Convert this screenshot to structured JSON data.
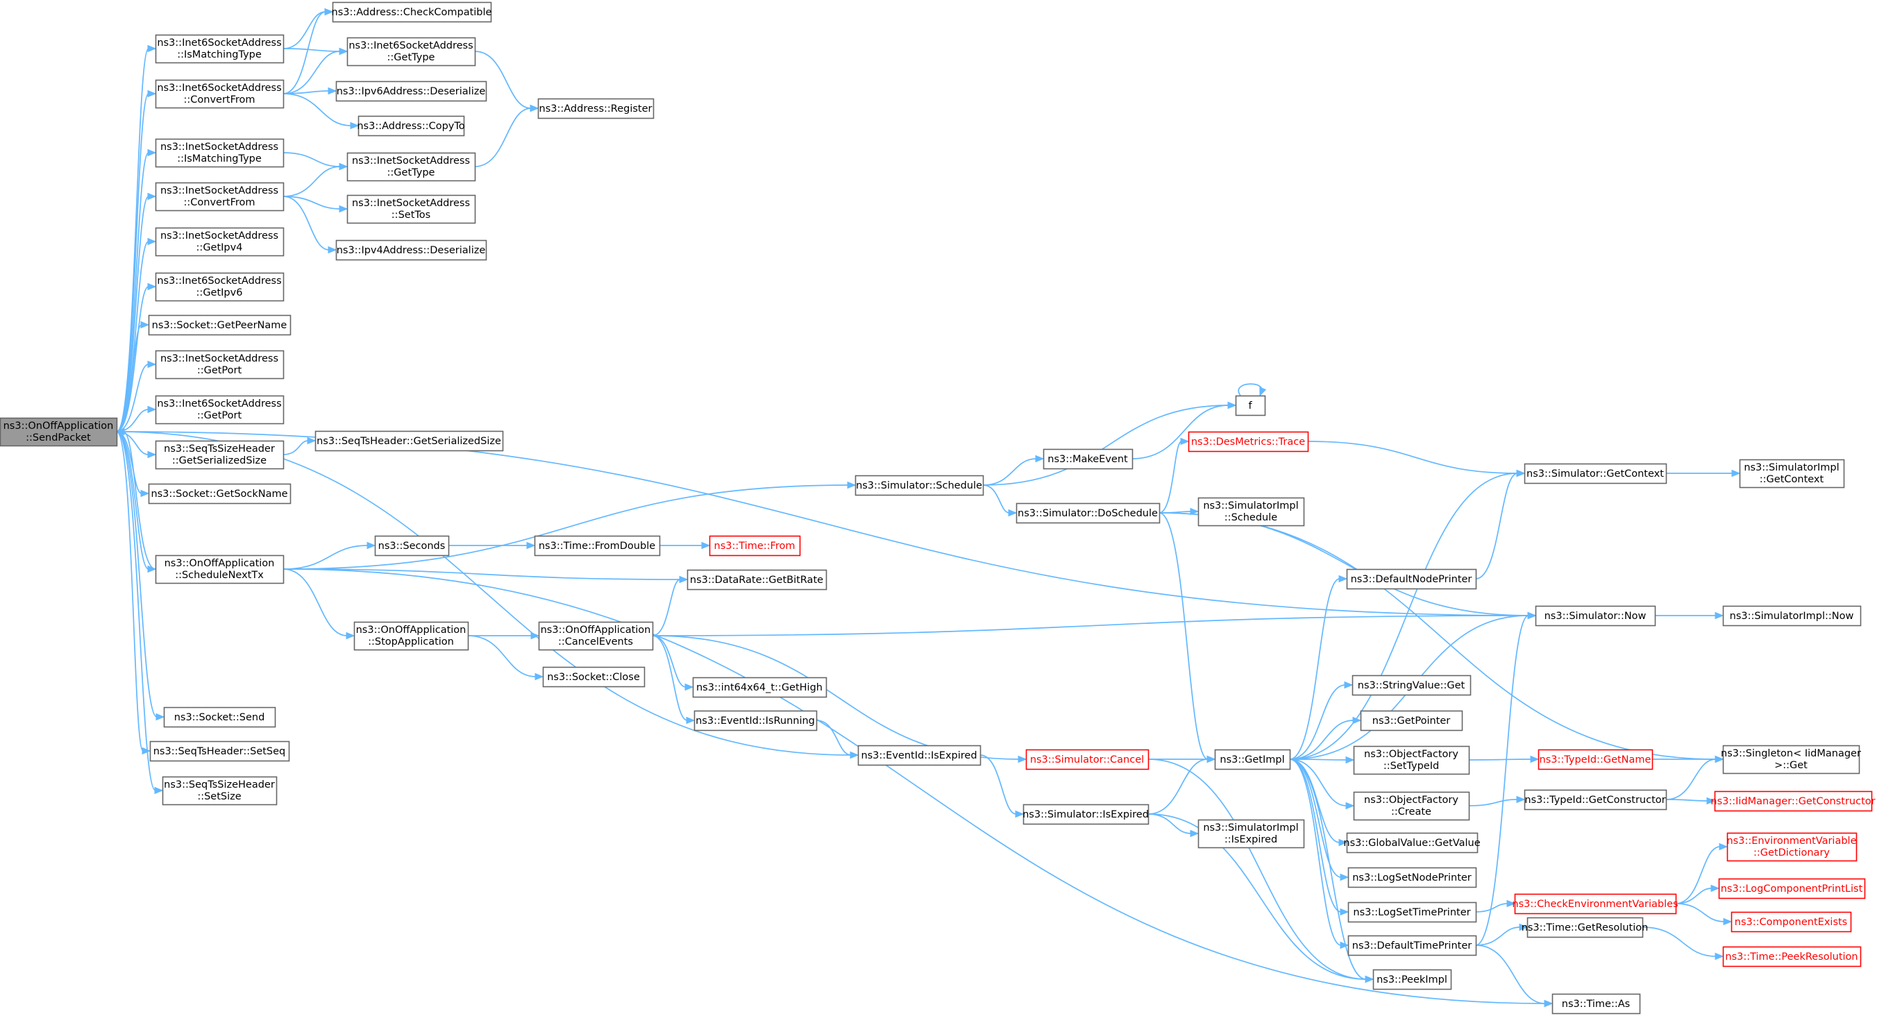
{
  "nodes": {
    "n0": {
      "lines": [
        "ns3::OnOffApplication",
        "::SendPacket"
      ],
      "style": "root"
    },
    "n1": {
      "lines": [
        "ns3::Inet6SocketAddress",
        "::IsMatchingType"
      ]
    },
    "n2": {
      "lines": [
        "ns3::Inet6SocketAddress",
        "::ConvertFrom"
      ]
    },
    "n3": {
      "lines": [
        "ns3::InetSocketAddress",
        "::IsMatchingType"
      ]
    },
    "n4": {
      "lines": [
        "ns3::InetSocketAddress",
        "::ConvertFrom"
      ]
    },
    "n5": {
      "lines": [
        "ns3::InetSocketAddress",
        "::GetIpv4"
      ]
    },
    "n6": {
      "lines": [
        "ns3::Inet6SocketAddress",
        "::GetIpv6"
      ]
    },
    "n7": {
      "lines": [
        "ns3::Socket::GetPeerName"
      ]
    },
    "n8": {
      "lines": [
        "ns3::InetSocketAddress",
        "::GetPort"
      ]
    },
    "n9": {
      "lines": [
        "ns3::Inet6SocketAddress",
        "::GetPort"
      ]
    },
    "n10": {
      "lines": [
        "ns3::SeqTsSizeHeader",
        "::GetSerializedSize"
      ]
    },
    "n11": {
      "lines": [
        "ns3::Socket::GetSockName"
      ]
    },
    "n12": {
      "lines": [
        "ns3::OnOffApplication",
        "::ScheduleNextTx"
      ]
    },
    "n13": {
      "lines": [
        "ns3::Socket::Send"
      ]
    },
    "n14": {
      "lines": [
        "ns3::SeqTsHeader::SetSeq"
      ]
    },
    "n15": {
      "lines": [
        "ns3::SeqTsSizeHeader",
        "::SetSize"
      ]
    },
    "n16": {
      "lines": [
        "ns3::Address::CheckCompatible"
      ]
    },
    "n17": {
      "lines": [
        "ns3::Inet6SocketAddress",
        "::GetType"
      ]
    },
    "n18": {
      "lines": [
        "ns3::Ipv6Address::Deserialize"
      ]
    },
    "n19": {
      "lines": [
        "ns3::Address::CopyTo"
      ]
    },
    "n20": {
      "lines": [
        "ns3::InetSocketAddress",
        "::GetType"
      ]
    },
    "n21": {
      "lines": [
        "ns3::InetSocketAddress",
        "::SetTos"
      ]
    },
    "n22": {
      "lines": [
        "ns3::Ipv4Address::Deserialize"
      ]
    },
    "n23": {
      "lines": [
        "ns3::Address::Register"
      ]
    },
    "n24": {
      "lines": [
        "ns3::SeqTsHeader::GetSerializedSize"
      ]
    },
    "n25": {
      "lines": [
        "ns3::Simulator::Schedule"
      ]
    },
    "n26": {
      "lines": [
        "ns3::Seconds"
      ]
    },
    "n27": {
      "lines": [
        "ns3::Time::FromDouble"
      ]
    },
    "n28": {
      "lines": [
        "ns3::Time::From"
      ],
      "style": "red"
    },
    "n29": {
      "lines": [
        "ns3::DataRate::GetBitRate"
      ]
    },
    "n30": {
      "lines": [
        "ns3::OnOffApplication",
        "::StopApplication"
      ]
    },
    "n31": {
      "lines": [
        "ns3::OnOffApplication",
        "::CancelEvents"
      ]
    },
    "n32": {
      "lines": [
        "ns3::Socket::Close"
      ]
    },
    "n33": {
      "lines": [
        "ns3::int64x64_t::GetHigh"
      ]
    },
    "n34": {
      "lines": [
        "ns3::EventId::IsRunning"
      ]
    },
    "n35": {
      "lines": [
        "ns3::EventId::IsExpired"
      ]
    },
    "n36": {
      "lines": [
        "f"
      ]
    },
    "n37": {
      "lines": [
        "ns3::MakeEvent"
      ]
    },
    "n38": {
      "lines": [
        "ns3::Simulator::DoSchedule"
      ]
    },
    "n39": {
      "lines": [
        "ns3::DesMetrics::Trace"
      ],
      "style": "red"
    },
    "n40": {
      "lines": [
        "ns3::SimulatorImpl",
        "::Schedule"
      ]
    },
    "n41": {
      "lines": [
        "ns3::Simulator::Cancel"
      ],
      "style": "red"
    },
    "n42": {
      "lines": [
        "ns3::Simulator::IsExpired"
      ]
    },
    "n43": {
      "lines": [
        "ns3::SimulatorImpl",
        "::IsExpired"
      ]
    },
    "n44": {
      "lines": [
        "ns3::GetImpl"
      ]
    },
    "n45": {
      "lines": [
        "ns3::DefaultNodePrinter"
      ]
    },
    "n46": {
      "lines": [
        "ns3::StringValue::Get"
      ]
    },
    "n47": {
      "lines": [
        "ns3::GetPointer"
      ]
    },
    "n48": {
      "lines": [
        "ns3::ObjectFactory",
        "::SetTypeId"
      ]
    },
    "n49": {
      "lines": [
        "ns3::ObjectFactory",
        "::Create"
      ]
    },
    "n50": {
      "lines": [
        "ns3::GlobalValue::GetValue"
      ]
    },
    "n51": {
      "lines": [
        "ns3::LogSetNodePrinter"
      ]
    },
    "n52": {
      "lines": [
        "ns3::LogSetTimePrinter"
      ]
    },
    "n53": {
      "lines": [
        "ns3::DefaultTimePrinter"
      ]
    },
    "n54": {
      "lines": [
        "ns3::PeekImpl"
      ]
    },
    "n55": {
      "lines": [
        "ns3::Simulator::GetContext"
      ]
    },
    "n56": {
      "lines": [
        "ns3::Simulator::Now"
      ]
    },
    "n57": {
      "lines": [
        "ns3::TypeId::GetName"
      ],
      "style": "red"
    },
    "n58": {
      "lines": [
        "ns3::TypeId::GetConstructor"
      ]
    },
    "n59": {
      "lines": [
        "ns3::CheckEnvironmentVariables"
      ],
      "style": "red"
    },
    "n60": {
      "lines": [
        "ns3::Time::GetResolution"
      ]
    },
    "n61": {
      "lines": [
        "ns3::Time::As"
      ]
    },
    "n62": {
      "lines": [
        "ns3::SimulatorImpl",
        "::GetContext"
      ]
    },
    "n63": {
      "lines": [
        "ns3::SimulatorImpl::Now"
      ]
    },
    "n64": {
      "lines": [
        "ns3::Singleton< IidManager",
        " >::Get"
      ]
    },
    "n65": {
      "lines": [
        "ns3::IidManager::GetConstructor"
      ],
      "style": "red"
    },
    "n66": {
      "lines": [
        "ns3::EnvironmentVariable",
        "::GetDictionary"
      ],
      "style": "red"
    },
    "n67": {
      "lines": [
        "ns3::LogComponentPrintList"
      ],
      "style": "red"
    },
    "n68": {
      "lines": [
        "ns3::ComponentExists"
      ],
      "style": "red"
    },
    "n69": {
      "lines": [
        "ns3::Time::PeekResolution"
      ],
      "style": "red"
    }
  },
  "edges": [
    [
      "n0",
      "n1"
    ],
    [
      "n0",
      "n2"
    ],
    [
      "n0",
      "n3"
    ],
    [
      "n0",
      "n4"
    ],
    [
      "n0",
      "n5"
    ],
    [
      "n0",
      "n6"
    ],
    [
      "n0",
      "n7"
    ],
    [
      "n0",
      "n8"
    ],
    [
      "n0",
      "n9"
    ],
    [
      "n0",
      "n10"
    ],
    [
      "n0",
      "n11"
    ],
    [
      "n0",
      "n12"
    ],
    [
      "n0",
      "n13"
    ],
    [
      "n0",
      "n14"
    ],
    [
      "n0",
      "n15"
    ],
    [
      "n0",
      "n35"
    ],
    [
      "n0",
      "n56"
    ],
    [
      "n1",
      "n16"
    ],
    [
      "n1",
      "n17"
    ],
    [
      "n2",
      "n16"
    ],
    [
      "n2",
      "n17"
    ],
    [
      "n2",
      "n18"
    ],
    [
      "n2",
      "n19"
    ],
    [
      "n3",
      "n20"
    ],
    [
      "n4",
      "n20"
    ],
    [
      "n4",
      "n21"
    ],
    [
      "n4",
      "n22"
    ],
    [
      "n17",
      "n23"
    ],
    [
      "n20",
      "n23"
    ],
    [
      "n10",
      "n24"
    ],
    [
      "n12",
      "n0"
    ],
    [
      "n12",
      "n25"
    ],
    [
      "n12",
      "n26"
    ],
    [
      "n12",
      "n29"
    ],
    [
      "n12",
      "n30"
    ],
    [
      "n12",
      "n61"
    ],
    [
      "n26",
      "n27"
    ],
    [
      "n27",
      "n28"
    ],
    [
      "n30",
      "n31"
    ],
    [
      "n30",
      "n32"
    ],
    [
      "n31",
      "n29"
    ],
    [
      "n31",
      "n33"
    ],
    [
      "n31",
      "n34"
    ],
    [
      "n31",
      "n41"
    ],
    [
      "n31",
      "n56"
    ],
    [
      "n34",
      "n35"
    ],
    [
      "n35",
      "n42"
    ],
    [
      "n25",
      "n36"
    ],
    [
      "n25",
      "n37"
    ],
    [
      "n25",
      "n38"
    ],
    [
      "n37",
      "n36"
    ],
    [
      "n36",
      "n36"
    ],
    [
      "n38",
      "n39"
    ],
    [
      "n38",
      "n40"
    ],
    [
      "n38",
      "n44"
    ],
    [
      "n38",
      "n56"
    ],
    [
      "n38",
      "n64"
    ],
    [
      "n39",
      "n55"
    ],
    [
      "n41",
      "n44"
    ],
    [
      "n41",
      "n54"
    ],
    [
      "n42",
      "n44"
    ],
    [
      "n42",
      "n43"
    ],
    [
      "n42",
      "n54"
    ],
    [
      "n44",
      "n45"
    ],
    [
      "n44",
      "n46"
    ],
    [
      "n44",
      "n47"
    ],
    [
      "n44",
      "n48"
    ],
    [
      "n44",
      "n49"
    ],
    [
      "n44",
      "n50"
    ],
    [
      "n44",
      "n51"
    ],
    [
      "n44",
      "n52"
    ],
    [
      "n44",
      "n53"
    ],
    [
      "n44",
      "n54"
    ],
    [
      "n44",
      "n55"
    ],
    [
      "n44",
      "n56"
    ],
    [
      "n45",
      "n55"
    ],
    [
      "n55",
      "n62"
    ],
    [
      "n56",
      "n63"
    ],
    [
      "n48",
      "n57"
    ],
    [
      "n57",
      "n64"
    ],
    [
      "n49",
      "n58"
    ],
    [
      "n58",
      "n64"
    ],
    [
      "n58",
      "n65"
    ],
    [
      "n52",
      "n59"
    ],
    [
      "n59",
      "n66"
    ],
    [
      "n59",
      "n67"
    ],
    [
      "n59",
      "n68"
    ],
    [
      "n53",
      "n56"
    ],
    [
      "n53",
      "n60"
    ],
    [
      "n53",
      "n61"
    ],
    [
      "n60",
      "n69"
    ]
  ]
}
